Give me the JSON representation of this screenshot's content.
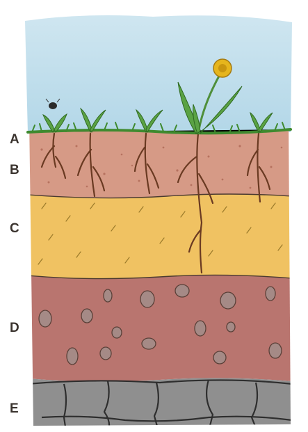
{
  "diagram": {
    "layers": [
      {
        "label": "A",
        "color": "#4f8f3a"
      },
      {
        "label": "B",
        "color": "#d69a86"
      },
      {
        "label": "C",
        "color": "#f0c262"
      },
      {
        "label": "D",
        "color": "#b9756f"
      },
      {
        "label": "E",
        "color": "#8f8f8f"
      }
    ],
    "sky_color": "#bcdcea",
    "flower_color": "#e6b51c"
  }
}
